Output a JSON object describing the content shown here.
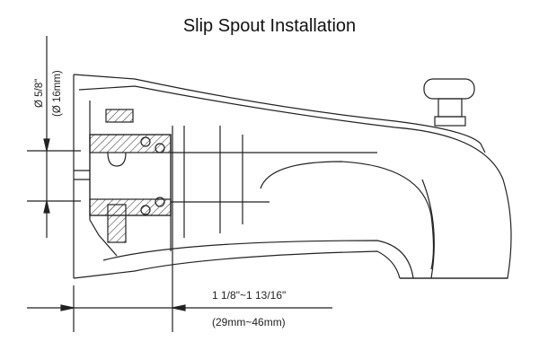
{
  "title": "Slip Spout Installation",
  "dimensions": {
    "diameter_in": "Ø 5/8\"",
    "diameter_mm": "(Ø 16mm)",
    "length_in": "1 1/8\"~1 13/16\"",
    "length_mm": "(29mm~46mm)"
  }
}
